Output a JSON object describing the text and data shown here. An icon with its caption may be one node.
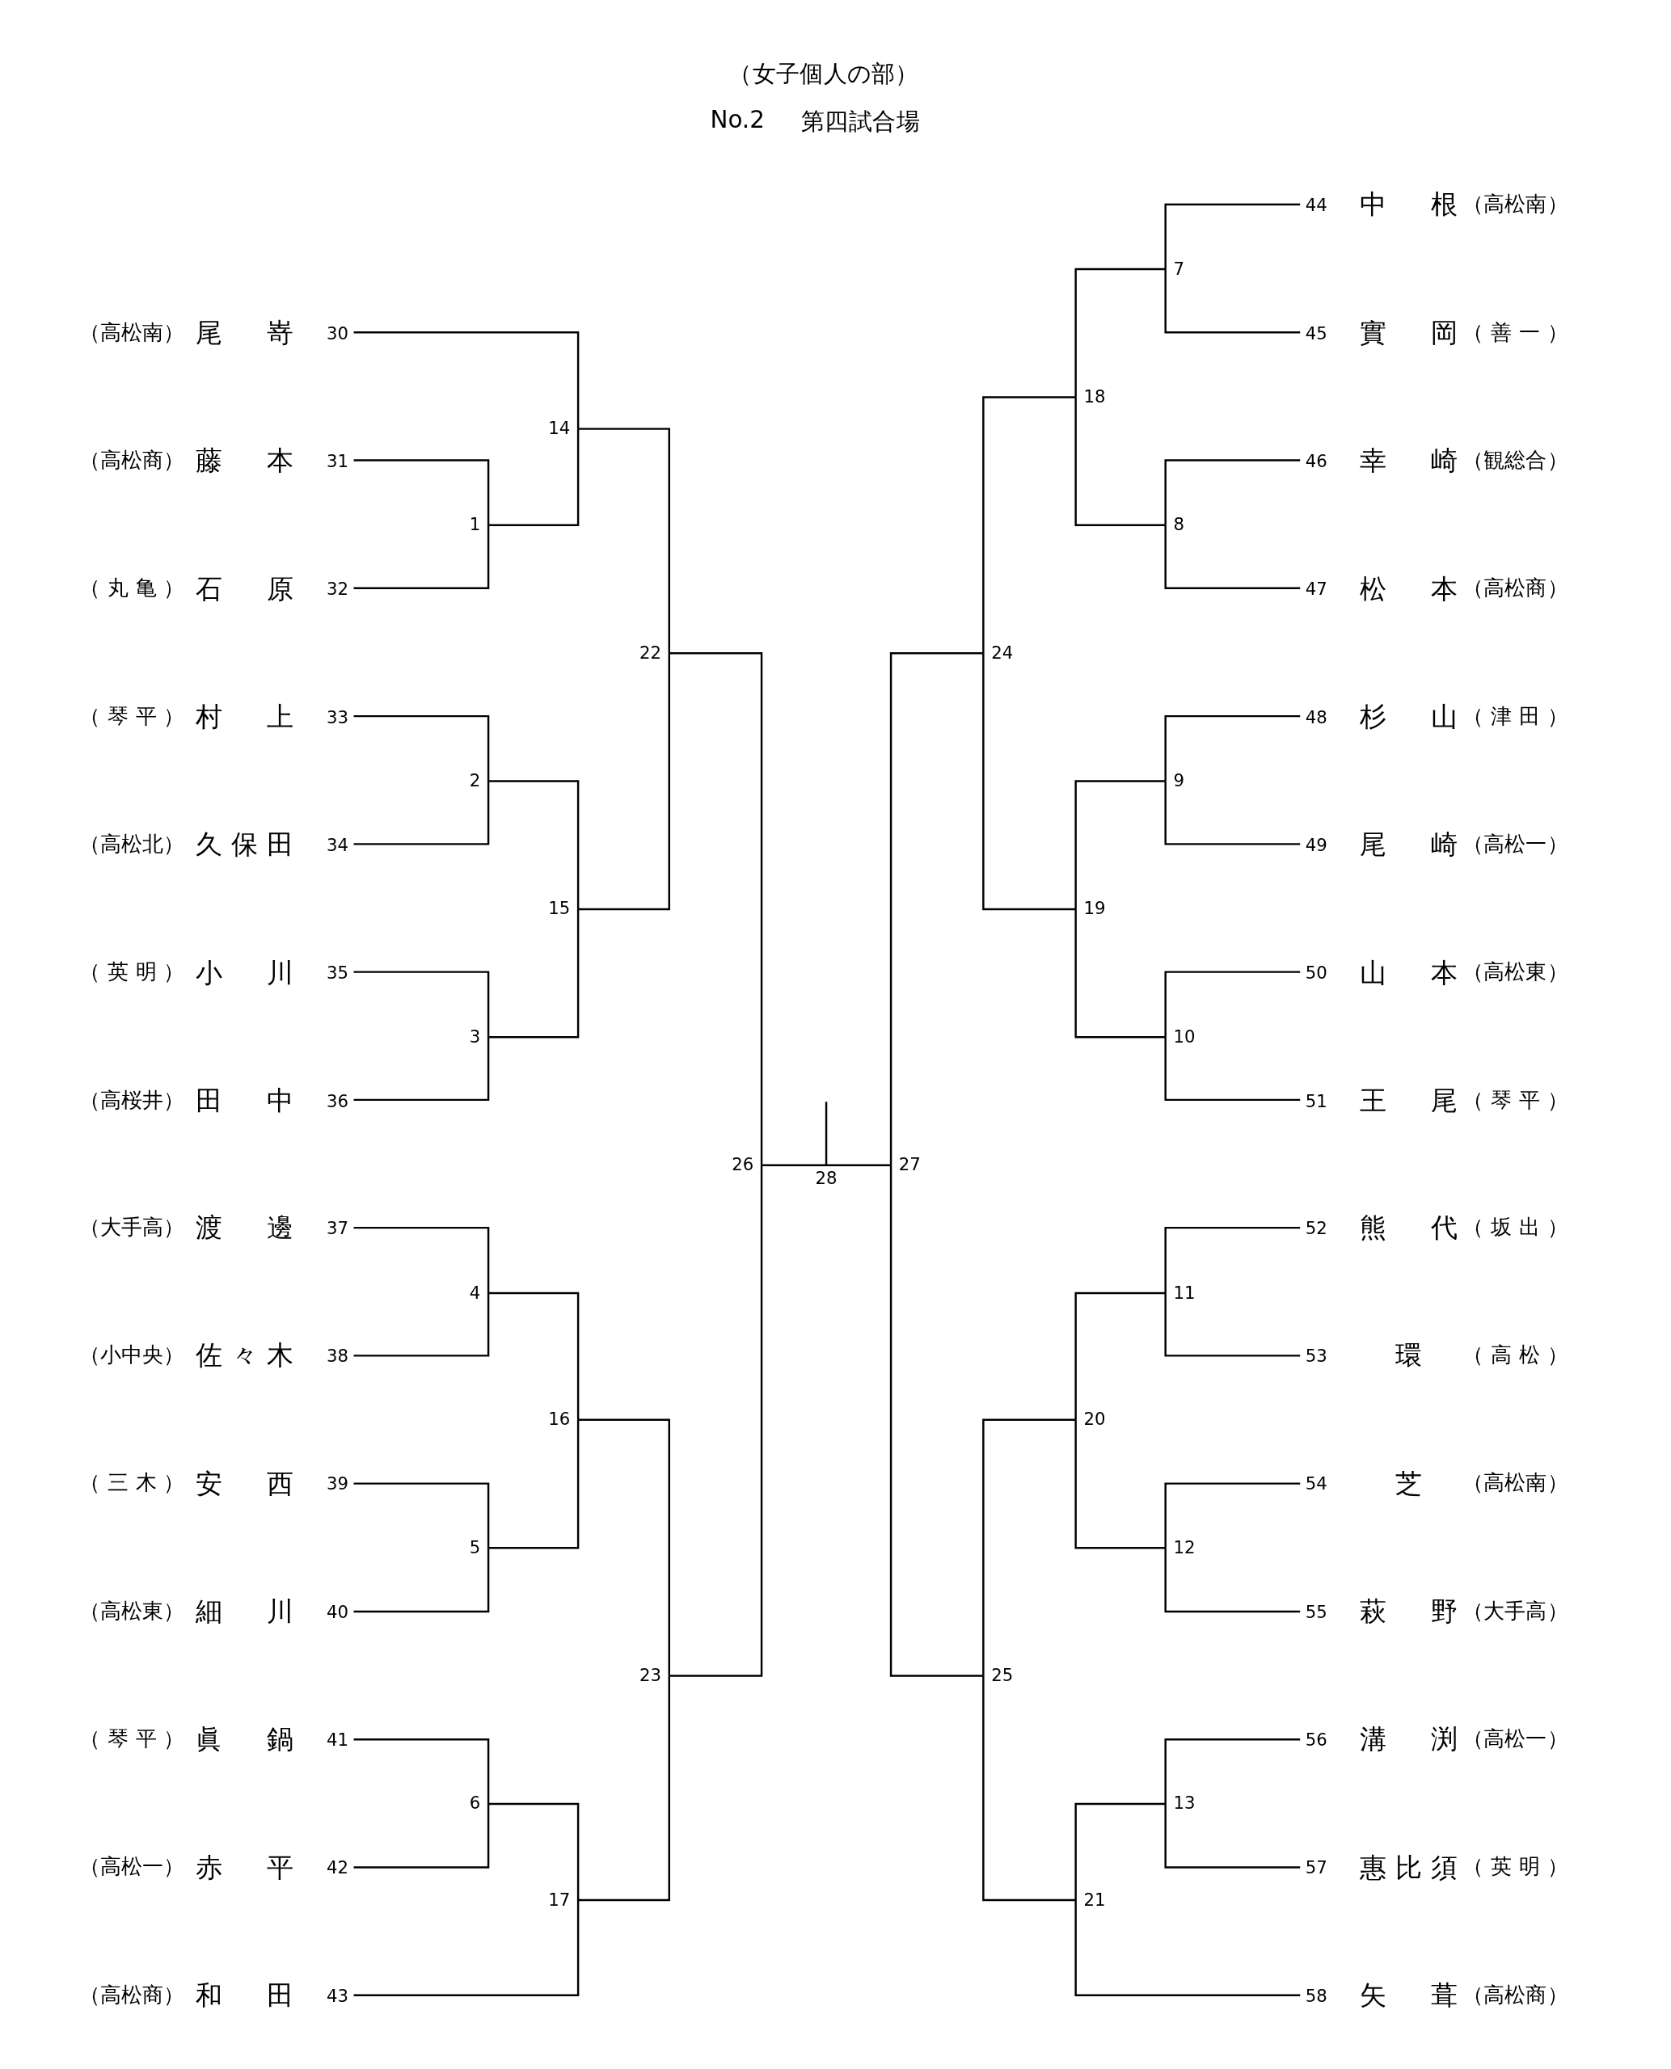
{
  "diagram": {
    "title": "（女子個人の部）",
    "labels": [
      "No.2",
      "第四試合場"
    ],
    "nodes": [
      {
        "text": [
          "（高松南）",
          "尾嵜"
        ],
        "beside": [
          "30"
        ]
      },
      {
        "text": [
          "（高松商）",
          "藤本"
        ],
        "beside": [
          "31"
        ]
      },
      {
        "text": [
          "（丸亀）",
          "石原"
        ],
        "beside": [
          "32"
        ]
      },
      {
        "text": [
          "（琴平）",
          "村上"
        ],
        "beside": [
          "33"
        ]
      },
      {
        "text": [
          "（高松北）",
          "久保田"
        ],
        "beside": [
          "34"
        ]
      },
      {
        "text": [
          "（英明）",
          "小川"
        ],
        "beside": [
          "35"
        ]
      },
      {
        "text": [
          "（高桜井）",
          "田中"
        ],
        "beside": [
          "36"
        ]
      },
      {
        "text": [
          "（大手高）",
          "渡邊"
        ],
        "beside": [
          "37"
        ]
      },
      {
        "text": [
          "（小中央）",
          "佐々木"
        ],
        "beside": [
          "38"
        ]
      },
      {
        "text": [
          "（三木）",
          "安西"
        ],
        "beside": [
          "39"
        ]
      },
      {
        "text": [
          "（高松東）",
          "細川"
        ],
        "beside": [
          "40"
        ]
      },
      {
        "text": [
          "（琴平）",
          "眞鍋"
        ],
        "beside": [
          "41"
        ]
      },
      {
        "text": [
          "（高松一）",
          "赤平"
        ],
        "beside": [
          "42"
        ]
      },
      {
        "text": [
          "（高松商）",
          "和田"
        ],
        "beside": [
          "43"
        ]
      },
      {
        "text": [
          "中根",
          "（高松南）"
        ],
        "beside": [
          "44"
        ]
      },
      {
        "text": [
          "實岡",
          "（善一）"
        ],
        "beside": [
          "45"
        ]
      },
      {
        "text": [
          "幸崎",
          "（観総合）"
        ],
        "beside": [
          "46"
        ]
      },
      {
        "text": [
          "松本",
          "（高松商）"
        ],
        "beside": [
          "47"
        ]
      },
      {
        "text": [
          "杉山",
          "（津田）"
        ],
        "beside": [
          "48"
        ]
      },
      {
        "text": [
          "尾崎",
          "（高松一）"
        ],
        "beside": [
          "49"
        ]
      },
      {
        "text": [
          "山本",
          "（高松東）"
        ],
        "beside": [
          "50"
        ]
      },
      {
        "text": [
          "王尾",
          "（琴平）"
        ],
        "beside": [
          "51"
        ]
      },
      {
        "text": [
          "熊代",
          "（坂出）"
        ],
        "beside": [
          "52"
        ]
      },
      {
        "text": [
          "環",
          "（高松）"
        ],
        "beside": [
          "53"
        ]
      },
      {
        "text": [
          "芝",
          "（高松南）"
        ],
        "beside": [
          "54"
        ]
      },
      {
        "text": [
          "萩野",
          "（大手高）"
        ],
        "beside": [
          "55"
        ]
      },
      {
        "text": [
          "溝渕",
          "（高松一）"
        ],
        "beside": [
          "56"
        ]
      },
      {
        "text": [
          "惠比須",
          "（英明）"
        ],
        "beside": [
          "57"
        ]
      },
      {
        "text": [
          "矢葺",
          "（高松商）"
        ],
        "beside": [
          "58"
        ]
      },
      {
        "text": [
          "1"
        ]
      },
      {
        "text": [
          "2"
        ]
      },
      {
        "text": [
          "3"
        ]
      },
      {
        "text": [
          "4"
        ]
      },
      {
        "text": [
          "5"
        ]
      },
      {
        "text": [
          "6"
        ]
      },
      {
        "text": [
          "7"
        ]
      },
      {
        "text": [
          "8"
        ]
      },
      {
        "text": [
          "9"
        ]
      },
      {
        "text": [
          "10"
        ]
      },
      {
        "text": [
          "11"
        ]
      },
      {
        "text": [
          "12"
        ]
      },
      {
        "text": [
          "13"
        ]
      },
      {
        "text": [
          "14"
        ]
      },
      {
        "text": [
          "15"
        ]
      },
      {
        "text": [
          "16"
        ]
      },
      {
        "text": [
          "17"
        ]
      },
      {
        "text": [
          "18"
        ]
      },
      {
        "text": [
          "19"
        ]
      },
      {
        "text": [
          "20"
        ]
      },
      {
        "text": [
          "21"
        ]
      },
      {
        "text": [
          "22"
        ]
      },
      {
        "text": [
          "23"
        ]
      },
      {
        "text": [
          "24"
        ]
      },
      {
        "text": [
          "25"
        ]
      },
      {
        "text": [
          "26"
        ]
      },
      {
        "text": [
          "27"
        ]
      },
      {
        "text": [
          "28"
        ]
      }
    ],
    "edges": [
      {
        "from": 1,
        "to": 29,
        "arrow": "none"
      },
      {
        "from": 2,
        "to": 29,
        "arrow": "none"
      },
      {
        "from": 3,
        "to": 30,
        "arrow": "none"
      },
      {
        "from": 4,
        "to": 30,
        "arrow": "none"
      },
      {
        "from": 5,
        "to": 31,
        "arrow": "none"
      },
      {
        "from": 6,
        "to": 31,
        "arrow": "none"
      },
      {
        "from": 7,
        "to": 32,
        "arrow": "none"
      },
      {
        "from": 8,
        "to": 32,
        "arrow": "none"
      },
      {
        "from": 9,
        "to": 33,
        "arrow": "none"
      },
      {
        "from": 10,
        "to": 33,
        "arrow": "none"
      },
      {
        "from": 11,
        "to": 34,
        "arrow": "none"
      },
      {
        "from": 12,
        "to": 34,
        "arrow": "none"
      },
      {
        "from": 14,
        "to": 35,
        "arrow": "none"
      },
      {
        "from": 15,
        "to": 35,
        "arrow": "none"
      },
      {
        "from": 16,
        "to": 36,
        "arrow": "none"
      },
      {
        "from": 17,
        "to": 36,
        "arrow": "none"
      },
      {
        "from": 18,
        "to": 37,
        "arrow": "none"
      },
      {
        "from": 19,
        "to": 37,
        "arrow": "none"
      },
      {
        "from": 20,
        "to": 38,
        "arrow": "none"
      },
      {
        "from": 21,
        "to": 38,
        "arrow": "none"
      },
      {
        "from": 22,
        "to": 39,
        "arrow": "none"
      },
      {
        "from": 23,
        "to": 39,
        "arrow": "none"
      },
      {
        "from": 24,
        "to": 40,
        "arrow": "none"
      },
      {
        "from": 25,
        "to": 40,
        "arrow": "none"
      },
      {
        "from": 26,
        "to": 41,
        "arrow": "none"
      },
      {
        "from": 27,
        "to": 41,
        "arrow": "none"
      },
      {
        "from": 0,
        "to": 42,
        "arrow": "none"
      },
      {
        "from": 29,
        "to": 42,
        "arrow": "none"
      },
      {
        "from": 30,
        "to": 43,
        "arrow": "none"
      },
      {
        "from": 31,
        "to": 43,
        "arrow": "none"
      },
      {
        "from": 32,
        "to": 44,
        "arrow": "none"
      },
      {
        "from": 33,
        "to": 44,
        "arrow": "none"
      },
      {
        "from": 34,
        "to": 45,
        "arrow": "none"
      },
      {
        "from": 13,
        "to": 45,
        "arrow": "none"
      },
      {
        "from": 35,
        "to": 46,
        "arrow": "none"
      },
      {
        "from": 36,
        "to": 46,
        "arrow": "none"
      },
      {
        "from": 37,
        "to": 47,
        "arrow": "none"
      },
      {
        "from": 38,
        "to": 47,
        "arrow": "none"
      },
      {
        "from": 39,
        "to": 48,
        "arrow": "none"
      },
      {
        "from": 40,
        "to": 48,
        "arrow": "none"
      },
      {
        "from": 41,
        "to": 49,
        "arrow": "none"
      },
      {
        "from": 28,
        "to": 49,
        "arrow": "none"
      },
      {
        "from": 42,
        "to": 50,
        "arrow": "none"
      },
      {
        "from": 43,
        "to": 50,
        "arrow": "none"
      },
      {
        "from": 44,
        "to": 51,
        "arrow": "none"
      },
      {
        "from": 45,
        "to": 51,
        "arrow": "none"
      },
      {
        "from": 46,
        "to": 52,
        "arrow": "none"
      },
      {
        "from": 47,
        "to": 52,
        "arrow": "none"
      },
      {
        "from": 48,
        "to": 53,
        "arrow": "none"
      },
      {
        "from": 49,
        "to": 53,
        "arrow": "none"
      },
      {
        "from": 50,
        "to": 54,
        "arrow": "none"
      },
      {
        "from": 51,
        "to": 54,
        "arrow": "none"
      },
      {
        "from": 52,
        "to": 55,
        "arrow": "none"
      },
      {
        "from": 53,
        "to": 55,
        "arrow": "none"
      },
      {
        "from": 54,
        "to": 56,
        "arrow": "none"
      },
      {
        "from": 55,
        "to": 56,
        "arrow": "none"
      }
    ]
  }
}
